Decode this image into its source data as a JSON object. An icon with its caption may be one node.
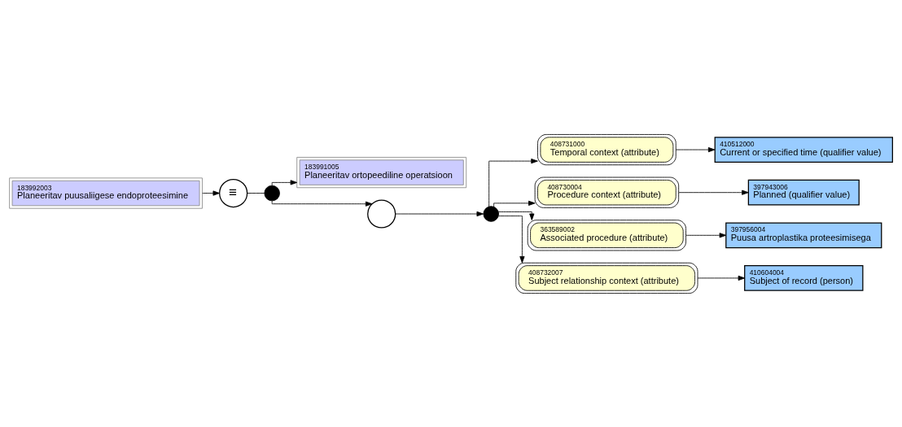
{
  "diagram": {
    "nodes": [
      {
        "text": [
          "183992003",
          "Planeeritav puusaliigese endoproteesimine"
        ]
      },
      {
        "text": [
          "≡"
        ]
      },
      {
        "text": [],
        "shape": "circle"
      },
      {
        "text": [
          "183991005",
          "Planeeritav ortopeediline operatsioon"
        ]
      },
      {
        "text": [],
        "shape": "circle"
      },
      {
        "text": [],
        "shape": "circle"
      },
      {
        "text": [
          "408731000",
          "Temporal context (attribute)"
        ]
      },
      {
        "text": [
          "410512000",
          "Current or specified time (qualifier value)"
        ]
      },
      {
        "text": [
          "408730004",
          "Procedure context (attribute)"
        ]
      },
      {
        "text": [
          "397943006",
          "Planned (qualifier value)"
        ]
      },
      {
        "text": [
          "363589002",
          "Associated procedure (attribute)"
        ]
      },
      {
        "text": [
          "397956004",
          "Puusa artroplastika proteesimisega"
        ]
      },
      {
        "text": [
          "408732007",
          "Subject relationship context (attribute)"
        ]
      },
      {
        "text": [
          "410604004",
          "Subject of record (person)"
        ]
      }
    ],
    "edges": [
      {
        "from": 0,
        "to": 1,
        "arrow": "to"
      },
      {
        "from": 1,
        "to": 2,
        "arrow": "none"
      },
      {
        "from": 2,
        "to": 3,
        "arrow": "to"
      },
      {
        "from": 2,
        "to": 4,
        "arrow": "to"
      },
      {
        "from": 4,
        "to": 5,
        "arrow": "to"
      },
      {
        "from": 5,
        "to": 6,
        "arrow": "to"
      },
      {
        "from": 6,
        "to": 7,
        "arrow": "to"
      },
      {
        "from": 5,
        "to": 8,
        "arrow": "to"
      },
      {
        "from": 8,
        "to": 9,
        "arrow": "to"
      },
      {
        "from": 5,
        "to": 10,
        "arrow": "to"
      },
      {
        "from": 10,
        "to": 11,
        "arrow": "to"
      },
      {
        "from": 5,
        "to": 12,
        "arrow": "to"
      },
      {
        "from": 12,
        "to": 13,
        "arrow": "to"
      }
    ]
  }
}
